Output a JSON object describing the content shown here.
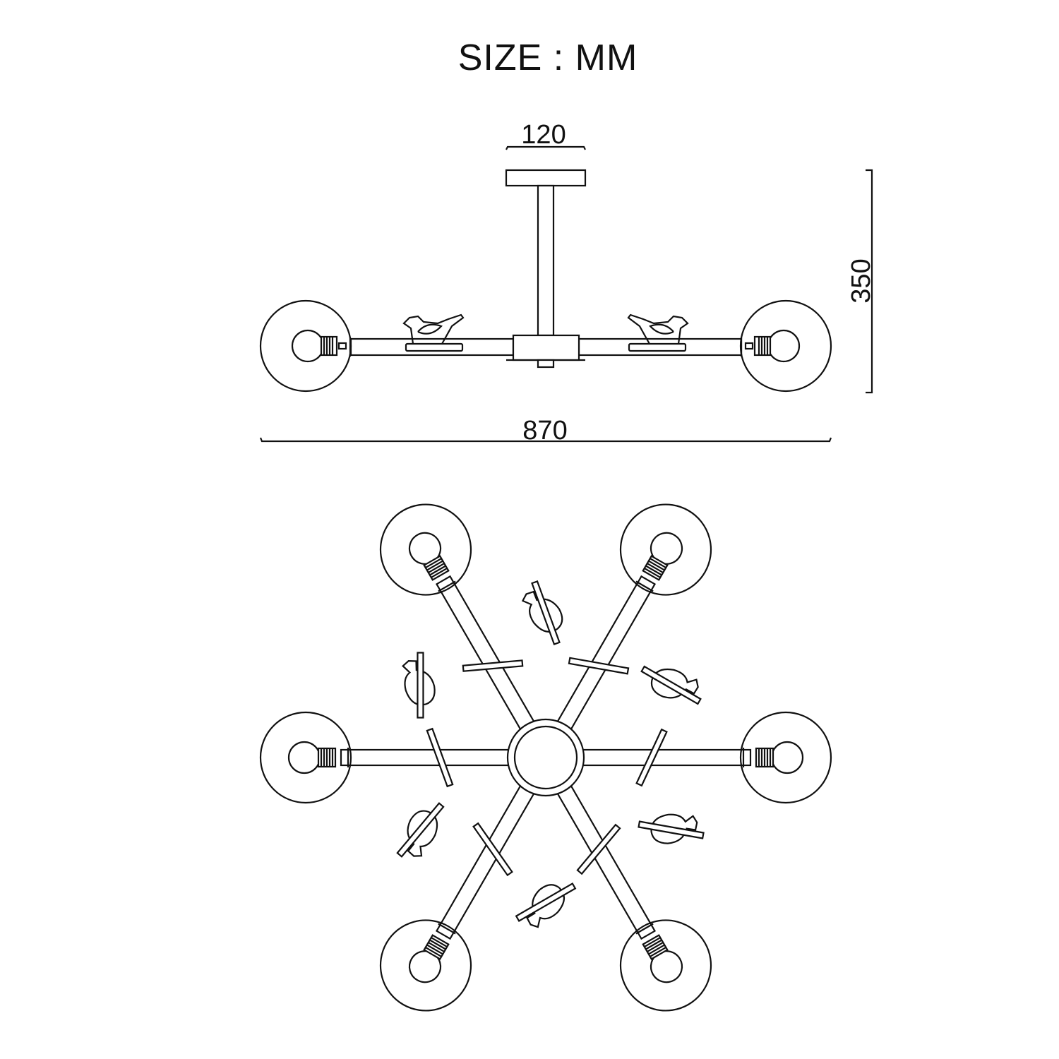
{
  "title": "SIZE : MM",
  "dimensions": {
    "canopy_width": "120",
    "height": "350",
    "overall_width": "870"
  },
  "views": [
    "side-view",
    "bottom-view"
  ],
  "lights_count": 6,
  "colors": {
    "line": "#111111",
    "background": "#ffffff"
  }
}
